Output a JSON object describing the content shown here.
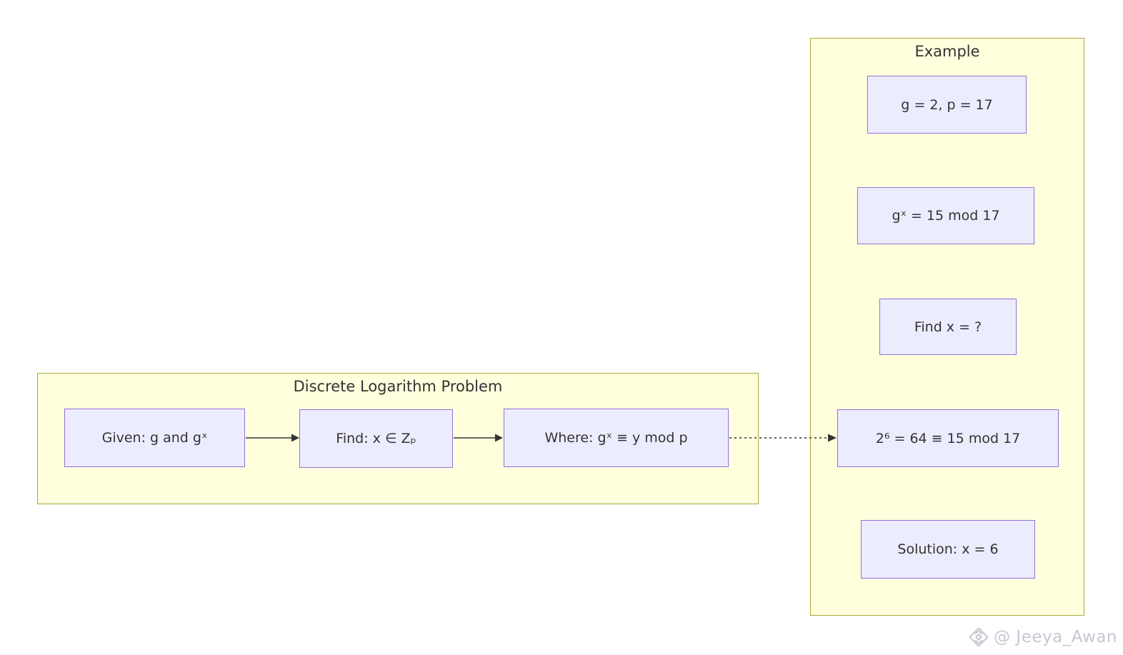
{
  "flowchart": {
    "type": "flowchart",
    "direction": "left-to-right",
    "problem": {
      "title": "Discrete Logarithm Problem",
      "nodes": [
        {
          "id": "given",
          "label": "Given: g and gˣ"
        },
        {
          "id": "find",
          "label": "Find: x ∈ Zₚ"
        },
        {
          "id": "where",
          "label": "Where: gˣ ≡ y mod p"
        }
      ]
    },
    "example": {
      "title": "Example",
      "nodes": [
        {
          "id": "params",
          "label": "g = 2, p = 17"
        },
        {
          "id": "equation",
          "label": "gˣ = 15 mod 17"
        },
        {
          "id": "question",
          "label": "Find x = ?"
        },
        {
          "id": "computation",
          "label": "2⁶ = 64 ≡ 15 mod 17"
        },
        {
          "id": "solution",
          "label": "Solution: x = 6"
        }
      ]
    },
    "edges": [
      {
        "from": "given",
        "to": "find",
        "style": "solid",
        "arrowhead": true
      },
      {
        "from": "find",
        "to": "where",
        "style": "solid",
        "arrowhead": true
      },
      {
        "from": "where",
        "to": "computation",
        "style": "dotted",
        "arrowhead": true
      }
    ]
  },
  "watermark": {
    "text": "@ Jeeya_Awan",
    "icon": "diamond-logo-icon"
  },
  "colors": {
    "cluster_fill": "#ffffde",
    "cluster_border": "#aaaa33",
    "node_fill": "#ECECFF",
    "node_border": "#9370DB",
    "text": "#333333",
    "arrow": "#333333",
    "watermark": "#c5c8d0",
    "background": "#ffffff"
  }
}
